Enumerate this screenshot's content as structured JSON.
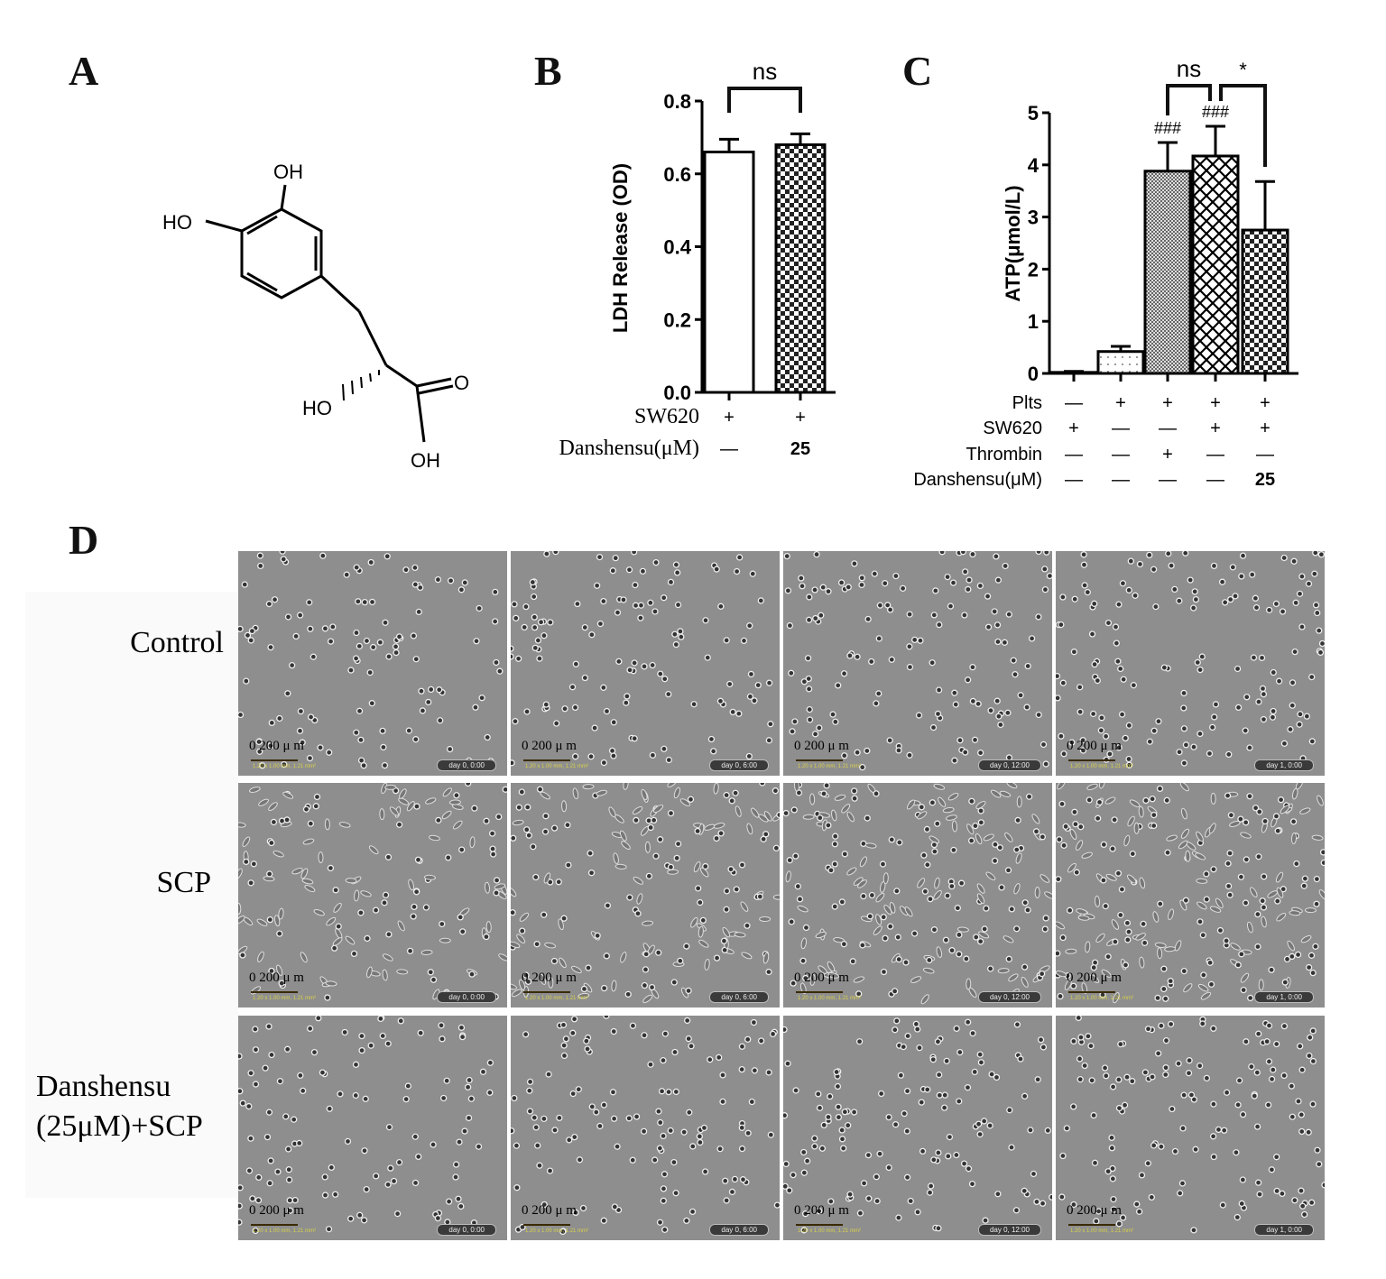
{
  "panels": {
    "a": "A",
    "b": "B",
    "c": "C",
    "d": "D"
  },
  "structure": {
    "oh_top": "OH",
    "ho_left": "HO",
    "ho_chiral": "HO",
    "o": "O",
    "oh_bottom": "OH"
  },
  "chart_data": [
    {
      "type": "bar",
      "panel": "B",
      "ylabel": "LDH Release (OD)",
      "ylim": [
        0,
        0.8
      ],
      "yticks": [
        "0.0",
        "0.2",
        "0.4",
        "0.6",
        "0.8"
      ],
      "yticks_values": [
        0,
        0.2,
        0.4,
        0.6,
        0.8
      ],
      "values": [
        0.66,
        0.68
      ],
      "errors": [
        0.035,
        0.03
      ],
      "conditions": [
        {
          "label": "SW620",
          "values": [
            "+",
            "+"
          ]
        },
        {
          "label": "Danshensu(μM)",
          "values": [
            "—",
            "25"
          ]
        }
      ],
      "annotations": [
        {
          "text": "ns",
          "between": [
            0,
            1
          ]
        }
      ]
    },
    {
      "type": "bar",
      "panel": "C",
      "ylabel": "ATP(μmol/L)",
      "ylim": [
        0,
        5
      ],
      "yticks": [
        "0",
        "1",
        "2",
        "3",
        "4",
        "5"
      ],
      "yticks_values": [
        0,
        1,
        2,
        3,
        4,
        5
      ],
      "values": [
        0.02,
        0.42,
        3.88,
        4.17,
        2.75
      ],
      "errors": [
        0.02,
        0.1,
        0.55,
        0.57,
        0.93
      ],
      "bar_marks": [
        "",
        "",
        "###",
        "###",
        ""
      ],
      "conditions": [
        {
          "label": "Plts",
          "values": [
            "—",
            "+",
            "+",
            "+",
            "+"
          ]
        },
        {
          "label": "SW620",
          "values": [
            "+",
            "—",
            "—",
            "+",
            "+"
          ]
        },
        {
          "label": "Thrombin",
          "values": [
            "—",
            "—",
            "+",
            "—",
            "—"
          ]
        },
        {
          "label": "Danshensu(μM)",
          "values": [
            "—",
            "—",
            "—",
            "—",
            "25"
          ]
        }
      ],
      "annotations": [
        {
          "text": "ns",
          "between": [
            2,
            3
          ]
        },
        {
          "text": "*",
          "between": [
            3,
            4
          ]
        }
      ]
    }
  ],
  "panel_d": {
    "rows": [
      {
        "label": "Control",
        "label2": ""
      },
      {
        "label": "SCP",
        "label2": ""
      },
      {
        "label": "Danshensu",
        "label2": "(25μM)+SCP"
      }
    ],
    "times": [
      "day 0, 0:00",
      "day 0, 6:00",
      "day 0, 12:00",
      "day 1, 0:00"
    ],
    "scale_text": "0    200 μ m",
    "scale_sub": "1.20 x 1.00 mm, 1.21 mm²"
  }
}
